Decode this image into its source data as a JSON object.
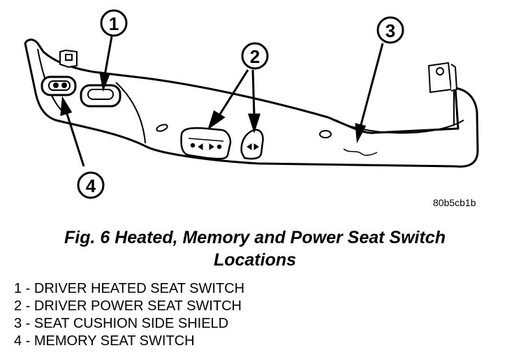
{
  "callouts": [
    "1",
    "2",
    "3",
    "4"
  ],
  "image_code": "80b5cb1b",
  "caption": {
    "line1": "Fig. 6 Heated, Memory and Power Seat Switch",
    "line2": "Locations"
  },
  "legend": [
    "1 - DRIVER HEATED SEAT SWITCH",
    "2 - DRIVER POWER SEAT SWITCH",
    "3 - SEAT CUSHION SIDE SHIELD",
    "4 - MEMORY SEAT SWITCH"
  ]
}
